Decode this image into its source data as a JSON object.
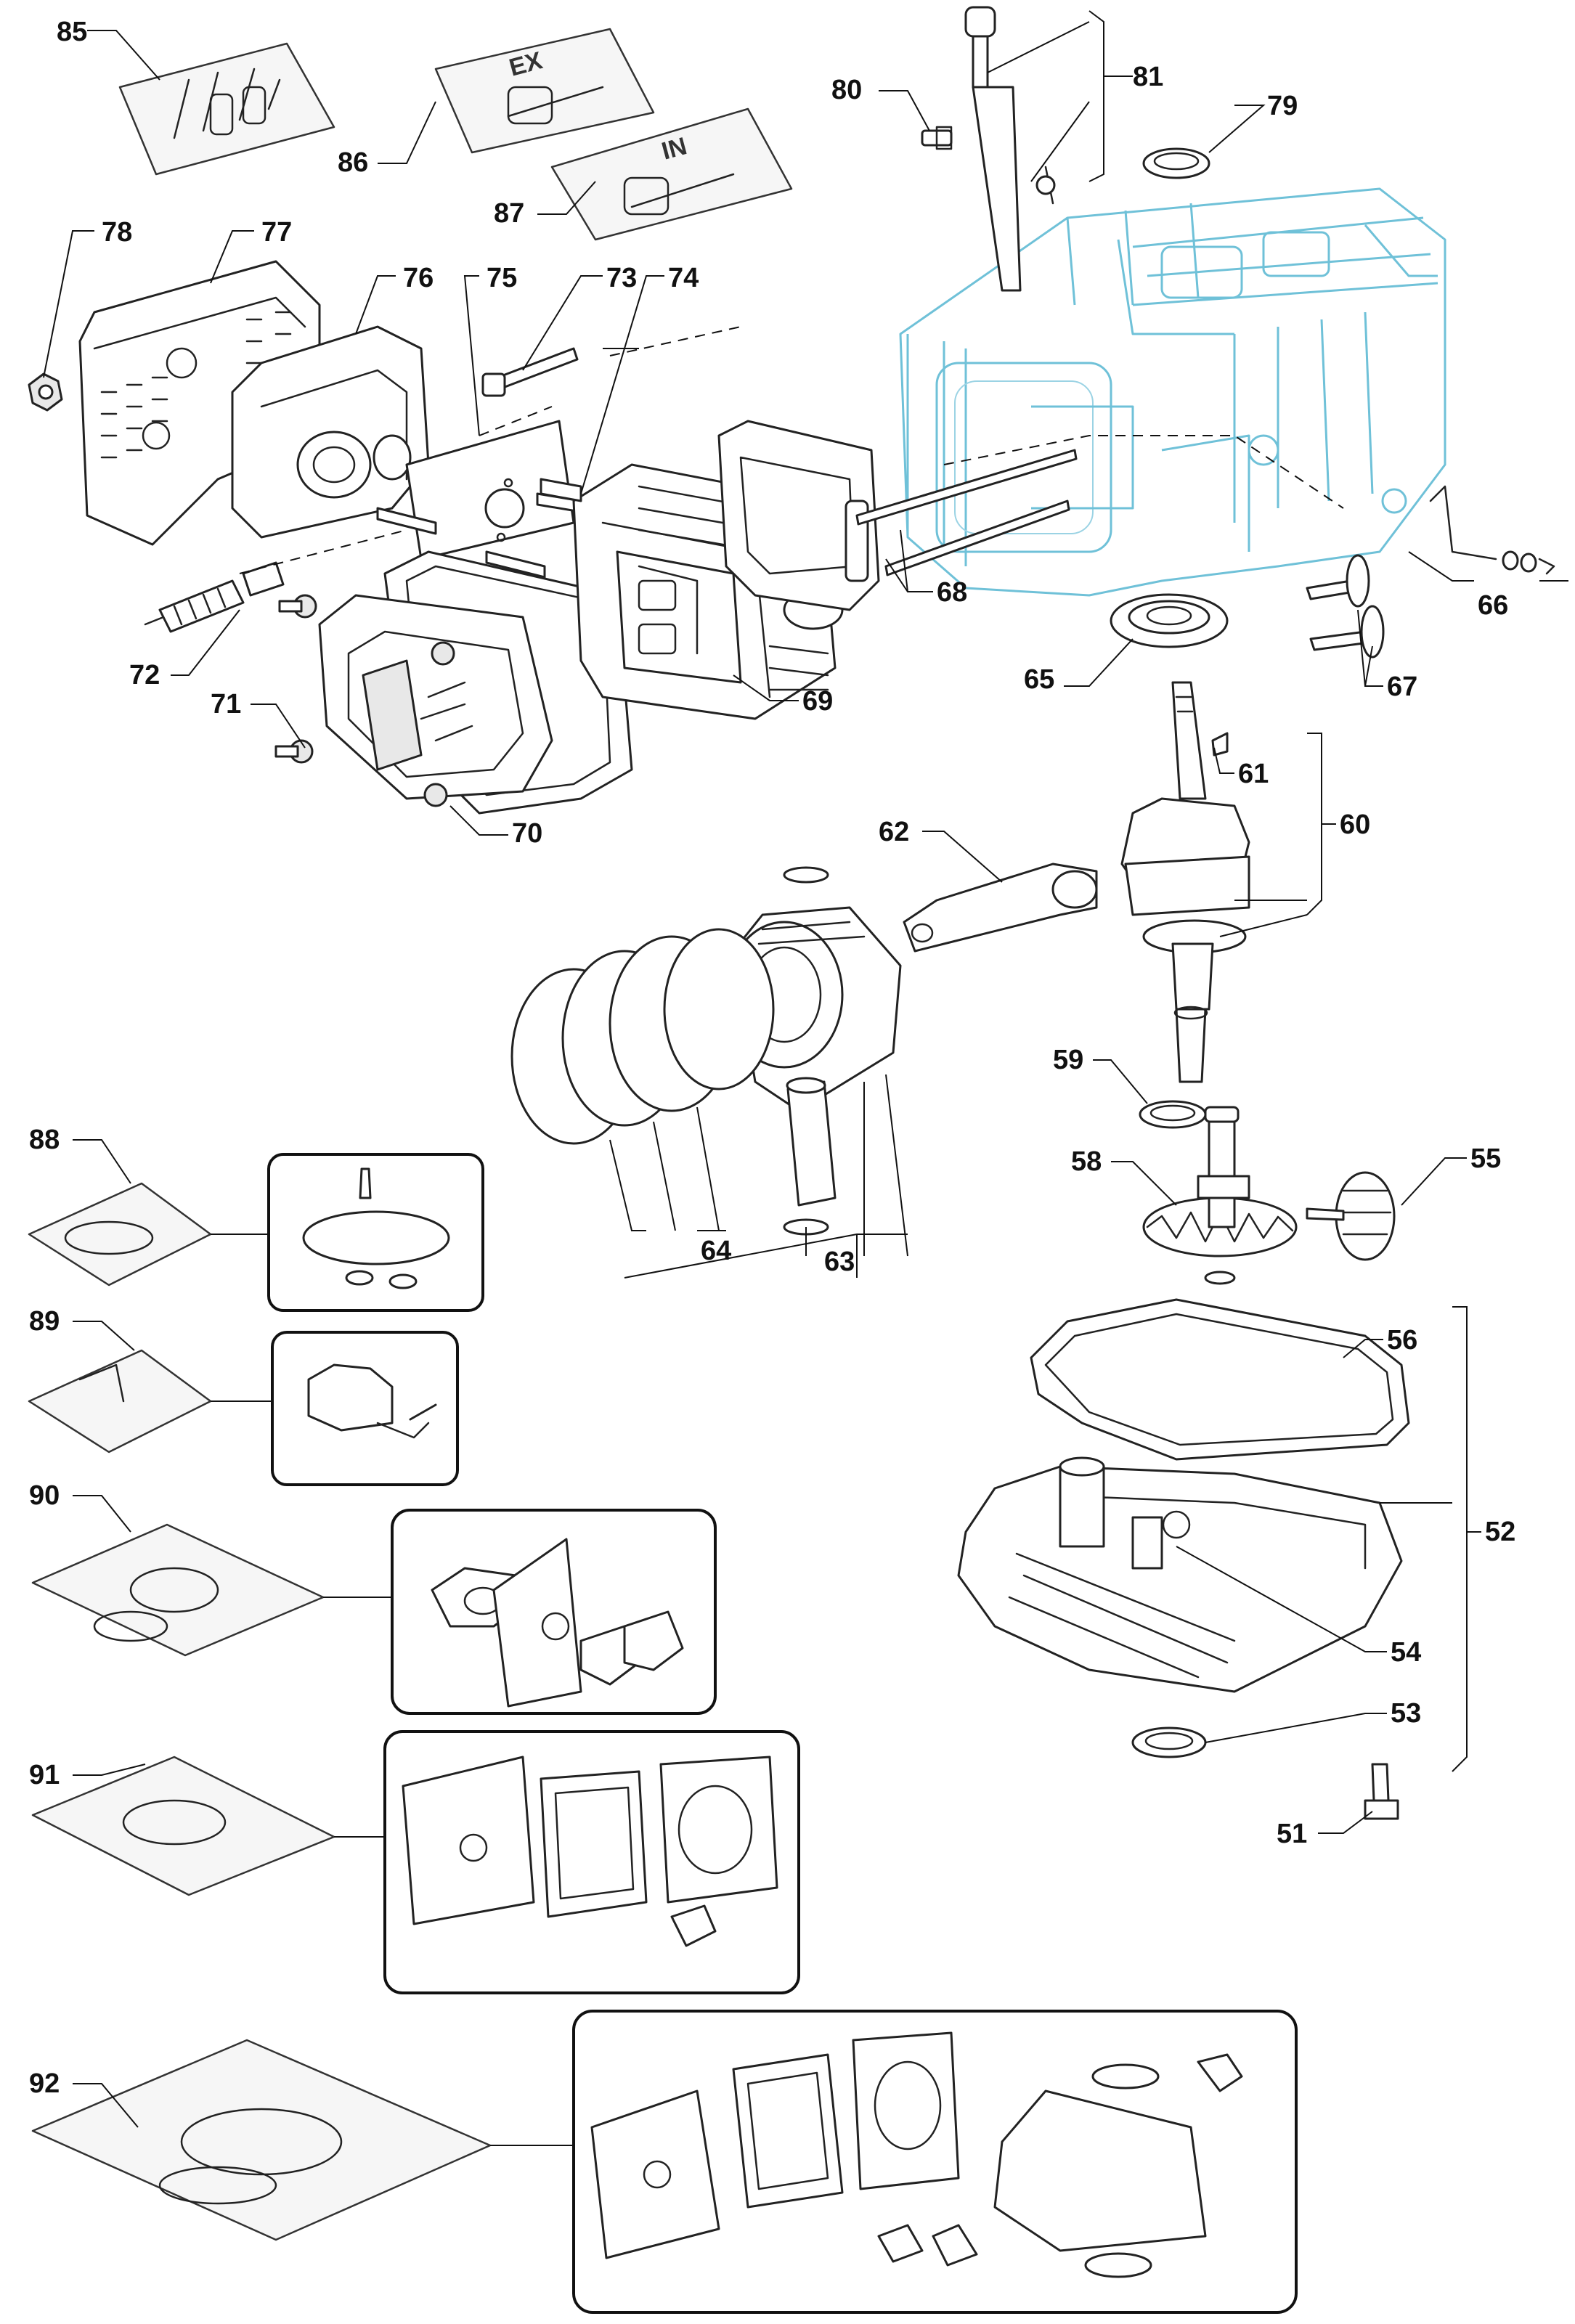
{
  "labels": {
    "l85": "85",
    "l86": "86",
    "l87": "87",
    "l80": "80",
    "l81": "81",
    "l79": "79",
    "l78": "78",
    "l77": "77",
    "l76": "76",
    "l75": "75",
    "l73": "73",
    "l74": "74",
    "l72": "72",
    "l71": "71",
    "l70": "70",
    "l69": "69",
    "l68": "68",
    "l66": "66",
    "l65": "65",
    "l67": "67",
    "l61": "61",
    "l60": "60",
    "l62": "62",
    "l59": "59",
    "l58": "58",
    "l55": "55",
    "l64": "64",
    "l63": "63",
    "l88": "88",
    "l89": "89",
    "l90": "90",
    "l91": "91",
    "l92": "92",
    "l56": "56",
    "l52": "52",
    "l54": "54",
    "l53": "53",
    "l51": "51"
  },
  "bag_marks": {
    "exhaust_valve": "EX",
    "intake_valve": "IN"
  },
  "colors": {
    "line": "#111111",
    "engine_block_outline": "#6fc1d8"
  }
}
